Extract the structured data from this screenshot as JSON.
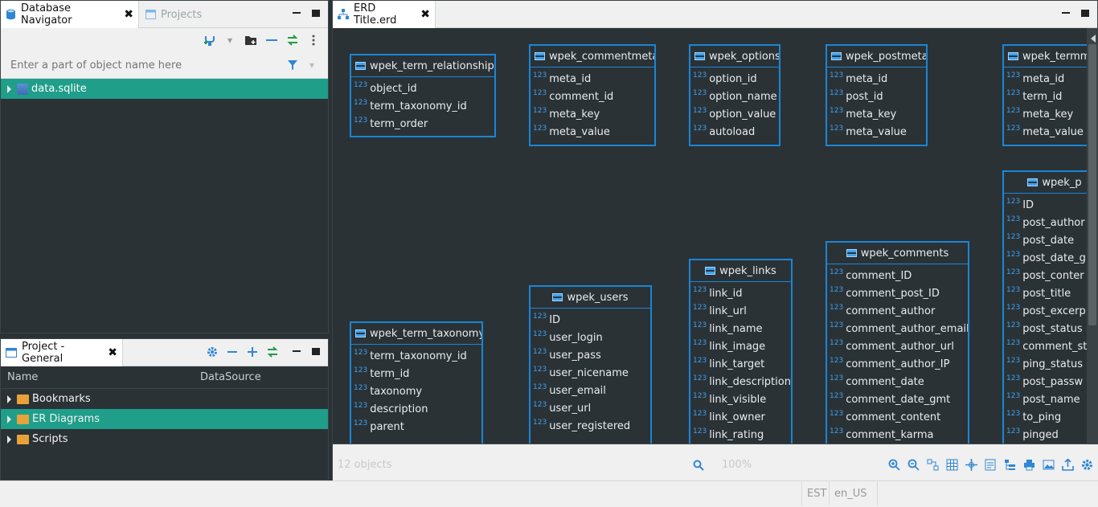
{
  "navigator": {
    "tab_label": "Database Navigator",
    "tab2_label": "Projects",
    "filter_placeholder": "Enter a part of object name here",
    "tree": [
      {
        "label": "data.sqlite"
      }
    ]
  },
  "project": {
    "tab_label": "Project - General",
    "col_name": "Name",
    "col_datasource": "DataSource",
    "items": [
      {
        "label": "Bookmarks"
      },
      {
        "label": "ER Diagrams"
      },
      {
        "label": "Scripts"
      }
    ]
  },
  "editor": {
    "tab_label": "ERD Title.erd",
    "type_label": "123",
    "entities": [
      {
        "name": "wpek_term_relationships",
        "attrs": [
          "object_id",
          "term_taxonomy_id",
          "term_order"
        ]
      },
      {
        "name": "wpek_commentmeta",
        "attrs": [
          "meta_id",
          "comment_id",
          "meta_key",
          "meta_value"
        ]
      },
      {
        "name": "wpek_options",
        "attrs": [
          "option_id",
          "option_name",
          "option_value",
          "autoload"
        ]
      },
      {
        "name": "wpek_postmeta",
        "attrs": [
          "meta_id",
          "post_id",
          "meta_key",
          "meta_value"
        ]
      },
      {
        "name": "wpek_termm",
        "attrs": [
          "meta_id",
          "term_id",
          "meta_key",
          "meta_value"
        ]
      },
      {
        "name": "wpek_p",
        "attrs": [
          "ID",
          "post_author",
          "post_date",
          "post_date_g",
          "post_conter",
          "post_title",
          "post_excerp",
          "post_status",
          "comment_st",
          "ping_status",
          "post_passw",
          "post_name",
          "to_ping",
          "pinged"
        ]
      },
      {
        "name": "wpek_term_taxonomy",
        "attrs": [
          "term_taxonomy_id",
          "term_id",
          "taxonomy",
          "description",
          "parent"
        ]
      },
      {
        "name": "wpek_users",
        "attrs": [
          "ID",
          "user_login",
          "user_pass",
          "user_nicename",
          "user_email",
          "user_url",
          "user_registered"
        ]
      },
      {
        "name": "wpek_links",
        "attrs": [
          "link_id",
          "link_url",
          "link_name",
          "link_image",
          "link_target",
          "link_description",
          "link_visible",
          "link_owner",
          "link_rating"
        ]
      },
      {
        "name": "wpek_comments",
        "attrs": [
          "comment_ID",
          "comment_post_ID",
          "comment_author",
          "comment_author_email",
          "comment_author_url",
          "comment_author_IP",
          "comment_date",
          "comment_date_gmt",
          "comment_content",
          "comment_karma"
        ]
      }
    ],
    "status_objects": "12 objects",
    "zoom": "100%"
  },
  "statusbar": {
    "tz": "EST",
    "locale": "en_US"
  }
}
